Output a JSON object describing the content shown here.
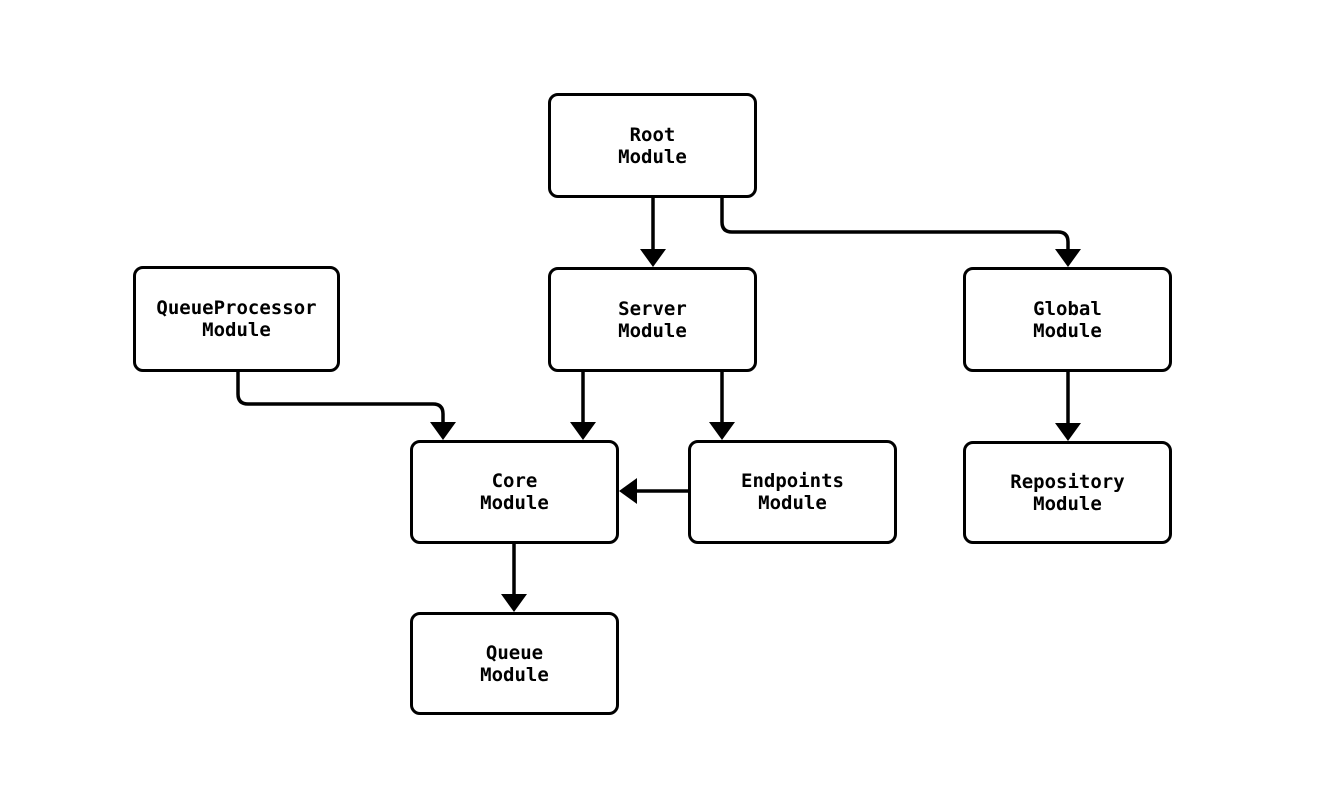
{
  "diagram": {
    "type": "flowchart",
    "background_color": "#ffffff",
    "node_fill_color": "#ffffff",
    "node_border_color": "#000000",
    "edge_color": "#000000",
    "text_color": "#000000",
    "nodes": {
      "root": {
        "label": "Root\nModule"
      },
      "queue_processor": {
        "label": "QueueProcessor\nModule"
      },
      "server": {
        "label": "Server\nModule"
      },
      "global": {
        "label": "Global\nModule"
      },
      "core": {
        "label": "Core\nModule"
      },
      "endpoints": {
        "label": "Endpoints\nModule"
      },
      "repository": {
        "label": "Repository\nModule"
      },
      "queue": {
        "label": "Queue\nModule"
      }
    },
    "edges": [
      {
        "from": "Root Module",
        "to": "Server Module"
      },
      {
        "from": "Root Module",
        "to": "Global Module"
      },
      {
        "from": "QueueProcessor Module",
        "to": "Core Module"
      },
      {
        "from": "Server Module",
        "to": "Core Module"
      },
      {
        "from": "Server Module",
        "to": "Endpoints Module"
      },
      {
        "from": "Endpoints Module",
        "to": "Core Module"
      },
      {
        "from": "Core Module",
        "to": "Queue Module"
      },
      {
        "from": "Global Module",
        "to": "Repository Module"
      }
    ]
  }
}
